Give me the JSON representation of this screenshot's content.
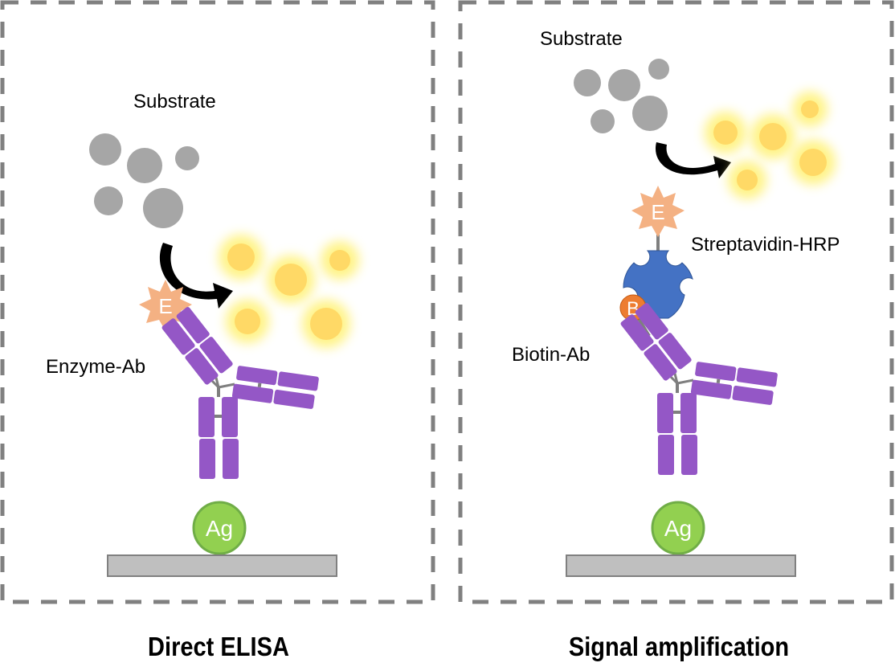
{
  "panels": [
    {
      "title": "Direct ELISA",
      "substrate_label": "Substrate",
      "antibody_label": "Enzyme-Ab",
      "enzyme_letter": "E",
      "antigen_letter": "Ag"
    },
    {
      "title": "Signal amplification",
      "substrate_label": "Substrate",
      "antibody_label": "Biotin-Ab",
      "conjugate_label": "Streptavidin-HRP",
      "enzyme_letter": "E",
      "biotin_letter": "B",
      "antigen_letter": "Ag"
    }
  ],
  "colors": {
    "border": "#808080",
    "substrate": "#a6a6a6",
    "product": "#ffd966",
    "product_glow": "#fff27a",
    "antibody": "#9457c6",
    "linker": "#7f7f7f",
    "enzyme": "#f4b183",
    "antigen_fill": "#92d050",
    "antigen_stroke": "#70ad47",
    "plate_fill": "#bfbfbf",
    "plate_stroke": "#808080",
    "streptavidin": "#4472c4",
    "biotin": "#ed7d31"
  }
}
